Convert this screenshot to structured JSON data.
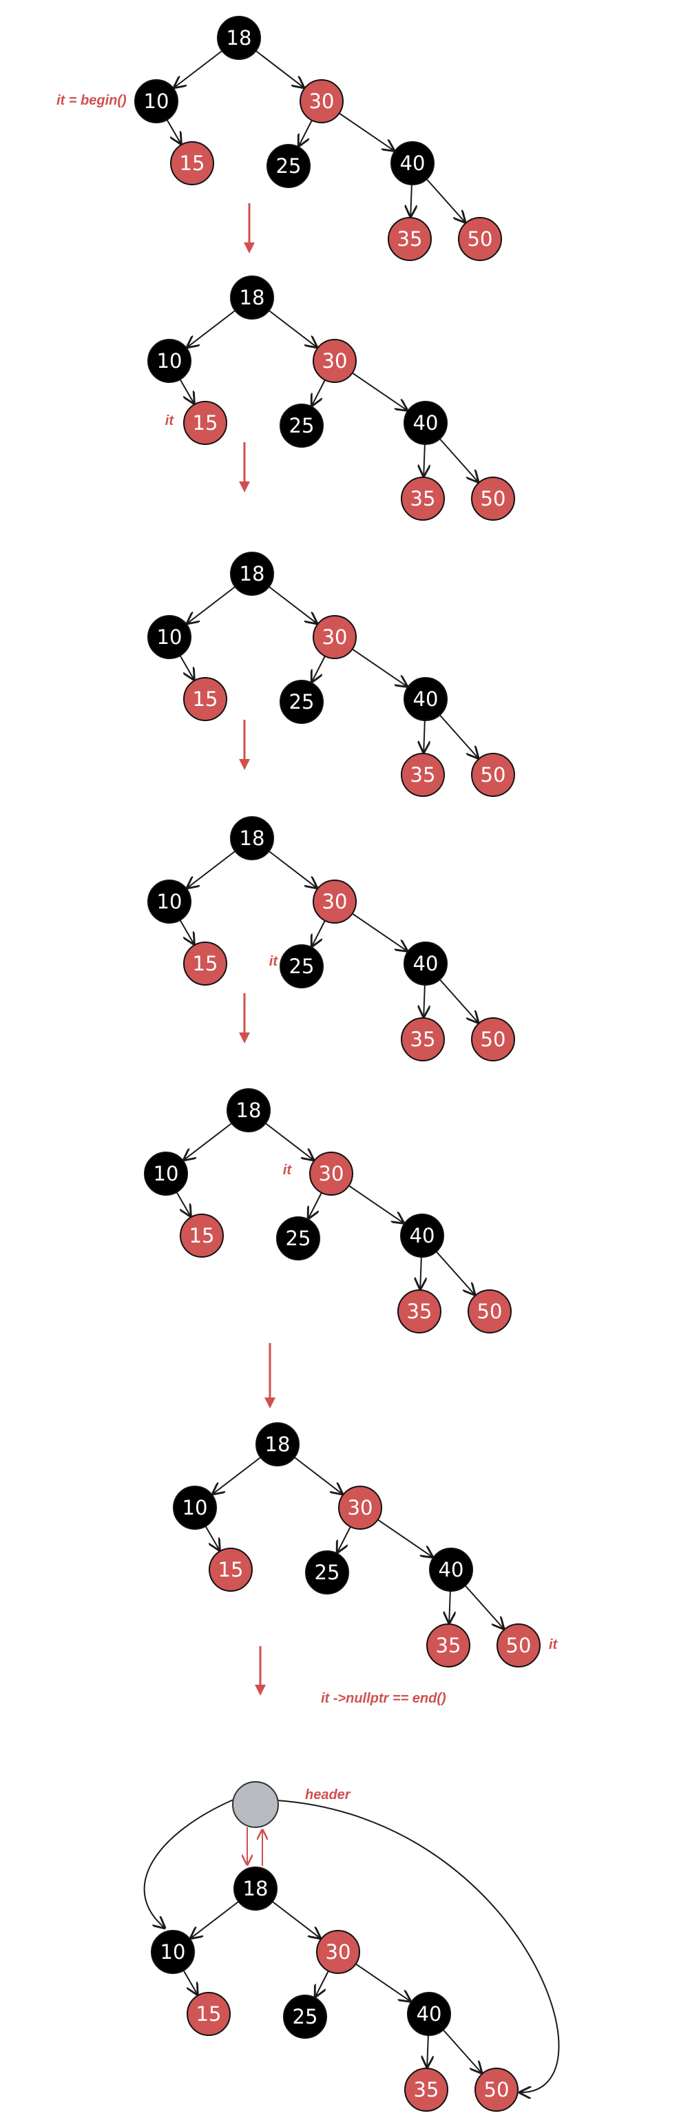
{
  "colors": {
    "black_node": "#000000",
    "red_node": "#d05555",
    "header_node": "#b8bcc0",
    "edge": "#1a1a1a",
    "annotation": "#d05050",
    "label": "#ffffff"
  },
  "tree": {
    "nodes": [
      {
        "id": "n18",
        "value": "18",
        "color": "black"
      },
      {
        "id": "n10",
        "value": "10",
        "color": "black"
      },
      {
        "id": "n30",
        "value": "30",
        "color": "red"
      },
      {
        "id": "n15",
        "value": "15",
        "color": "red"
      },
      {
        "id": "n25",
        "value": "25",
        "color": "black"
      },
      {
        "id": "n40",
        "value": "40",
        "color": "black"
      },
      {
        "id": "n35",
        "value": "35",
        "color": "red"
      },
      {
        "id": "n50",
        "value": "50",
        "color": "red"
      }
    ],
    "edges": [
      [
        "n18",
        "n10"
      ],
      [
        "n18",
        "n30"
      ],
      [
        "n10",
        "n15"
      ],
      [
        "n30",
        "n25"
      ],
      [
        "n30",
        "n40"
      ],
      [
        "n40",
        "n35"
      ],
      [
        "n40",
        "n50"
      ]
    ]
  },
  "annotations": {
    "begin": "it = begin()",
    "it": "it",
    "end": "it ->nullptr == end()",
    "header": "header"
  }
}
